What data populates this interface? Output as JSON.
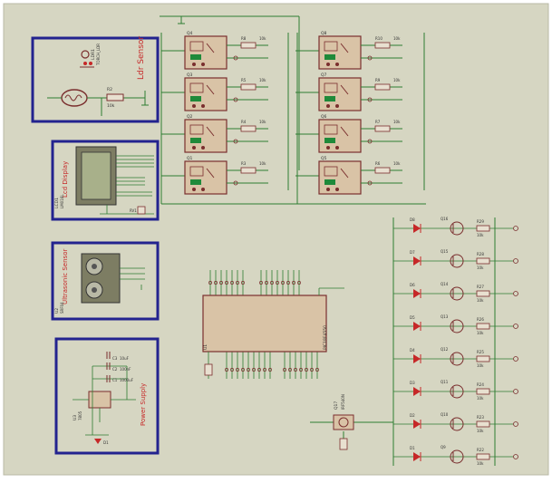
{
  "colors": {
    "background": "#d6d6c2",
    "wire": "#2e7d32",
    "frame": "#23238f",
    "label_red": "#c62828",
    "component": "#7a2e2e",
    "relay_body": "#d9c3a6",
    "relay_led": "#1f8a3a"
  },
  "blocks": {
    "ldr": {
      "title": "Ldr Sensor",
      "ref": "LDR1",
      "part": "TORCH_LDR",
      "resistor": "R2",
      "value": "10k"
    },
    "lcd": {
      "title": "Lcd Display",
      "ref": "LCD1",
      "part": "LM016L",
      "pot": "RV1"
    },
    "ultrasonic": {
      "title": "Ultrasonic Sensor",
      "ref": "U2",
      "part": "SRF04"
    },
    "power": {
      "title": "Power Supply",
      "regulator_ref": "U3",
      "regulator_part": "7805",
      "capacitors": [
        "C1",
        "C2",
        "C3"
      ],
      "diode": "D1",
      "cap_values": [
        "1000uF",
        "100nF",
        "10uF"
      ]
    }
  },
  "mcu": {
    "ref": "U1",
    "part": "PIC18F4550"
  },
  "relay_banks": {
    "left": [
      {
        "ref": "Q4",
        "resistor": "R8",
        "value": "10k"
      },
      {
        "ref": "Q3",
        "resistor": "R5",
        "value": "10k"
      },
      {
        "ref": "Q2",
        "resistor": "R4",
        "value": "10k"
      },
      {
        "ref": "Q1",
        "resistor": "R3",
        "value": "10k"
      }
    ],
    "right": [
      {
        "ref": "Q8",
        "resistor": "R10",
        "value": "10k"
      },
      {
        "ref": "Q7",
        "resistor": "R9",
        "value": "10k"
      },
      {
        "ref": "Q6",
        "resistor": "R7",
        "value": "10k"
      },
      {
        "ref": "Q5",
        "resistor": "R6",
        "value": "10k"
      }
    ]
  },
  "driver_rows": [
    {
      "led": "D8",
      "transistor": "Q16",
      "resistor": "R29",
      "value": "10k"
    },
    {
      "led": "D7",
      "transistor": "Q15",
      "resistor": "R28",
      "value": "10k"
    },
    {
      "led": "D6",
      "transistor": "Q14",
      "resistor": "R27",
      "value": "10k"
    },
    {
      "led": "D5",
      "transistor": "Q13",
      "resistor": "R26",
      "value": "10k"
    },
    {
      "led": "D4",
      "transistor": "Q12",
      "resistor": "R25",
      "value": "10k"
    },
    {
      "led": "D3",
      "transistor": "Q11",
      "resistor": "R24",
      "value": "10k"
    },
    {
      "led": "D2",
      "transistor": "Q10",
      "resistor": "R23",
      "value": "10k"
    },
    {
      "led": "D1",
      "transistor": "Q9",
      "resistor": "R22",
      "value": "10k"
    }
  ],
  "mosfet": {
    "ref": "Q17",
    "part": "IRF540N"
  }
}
